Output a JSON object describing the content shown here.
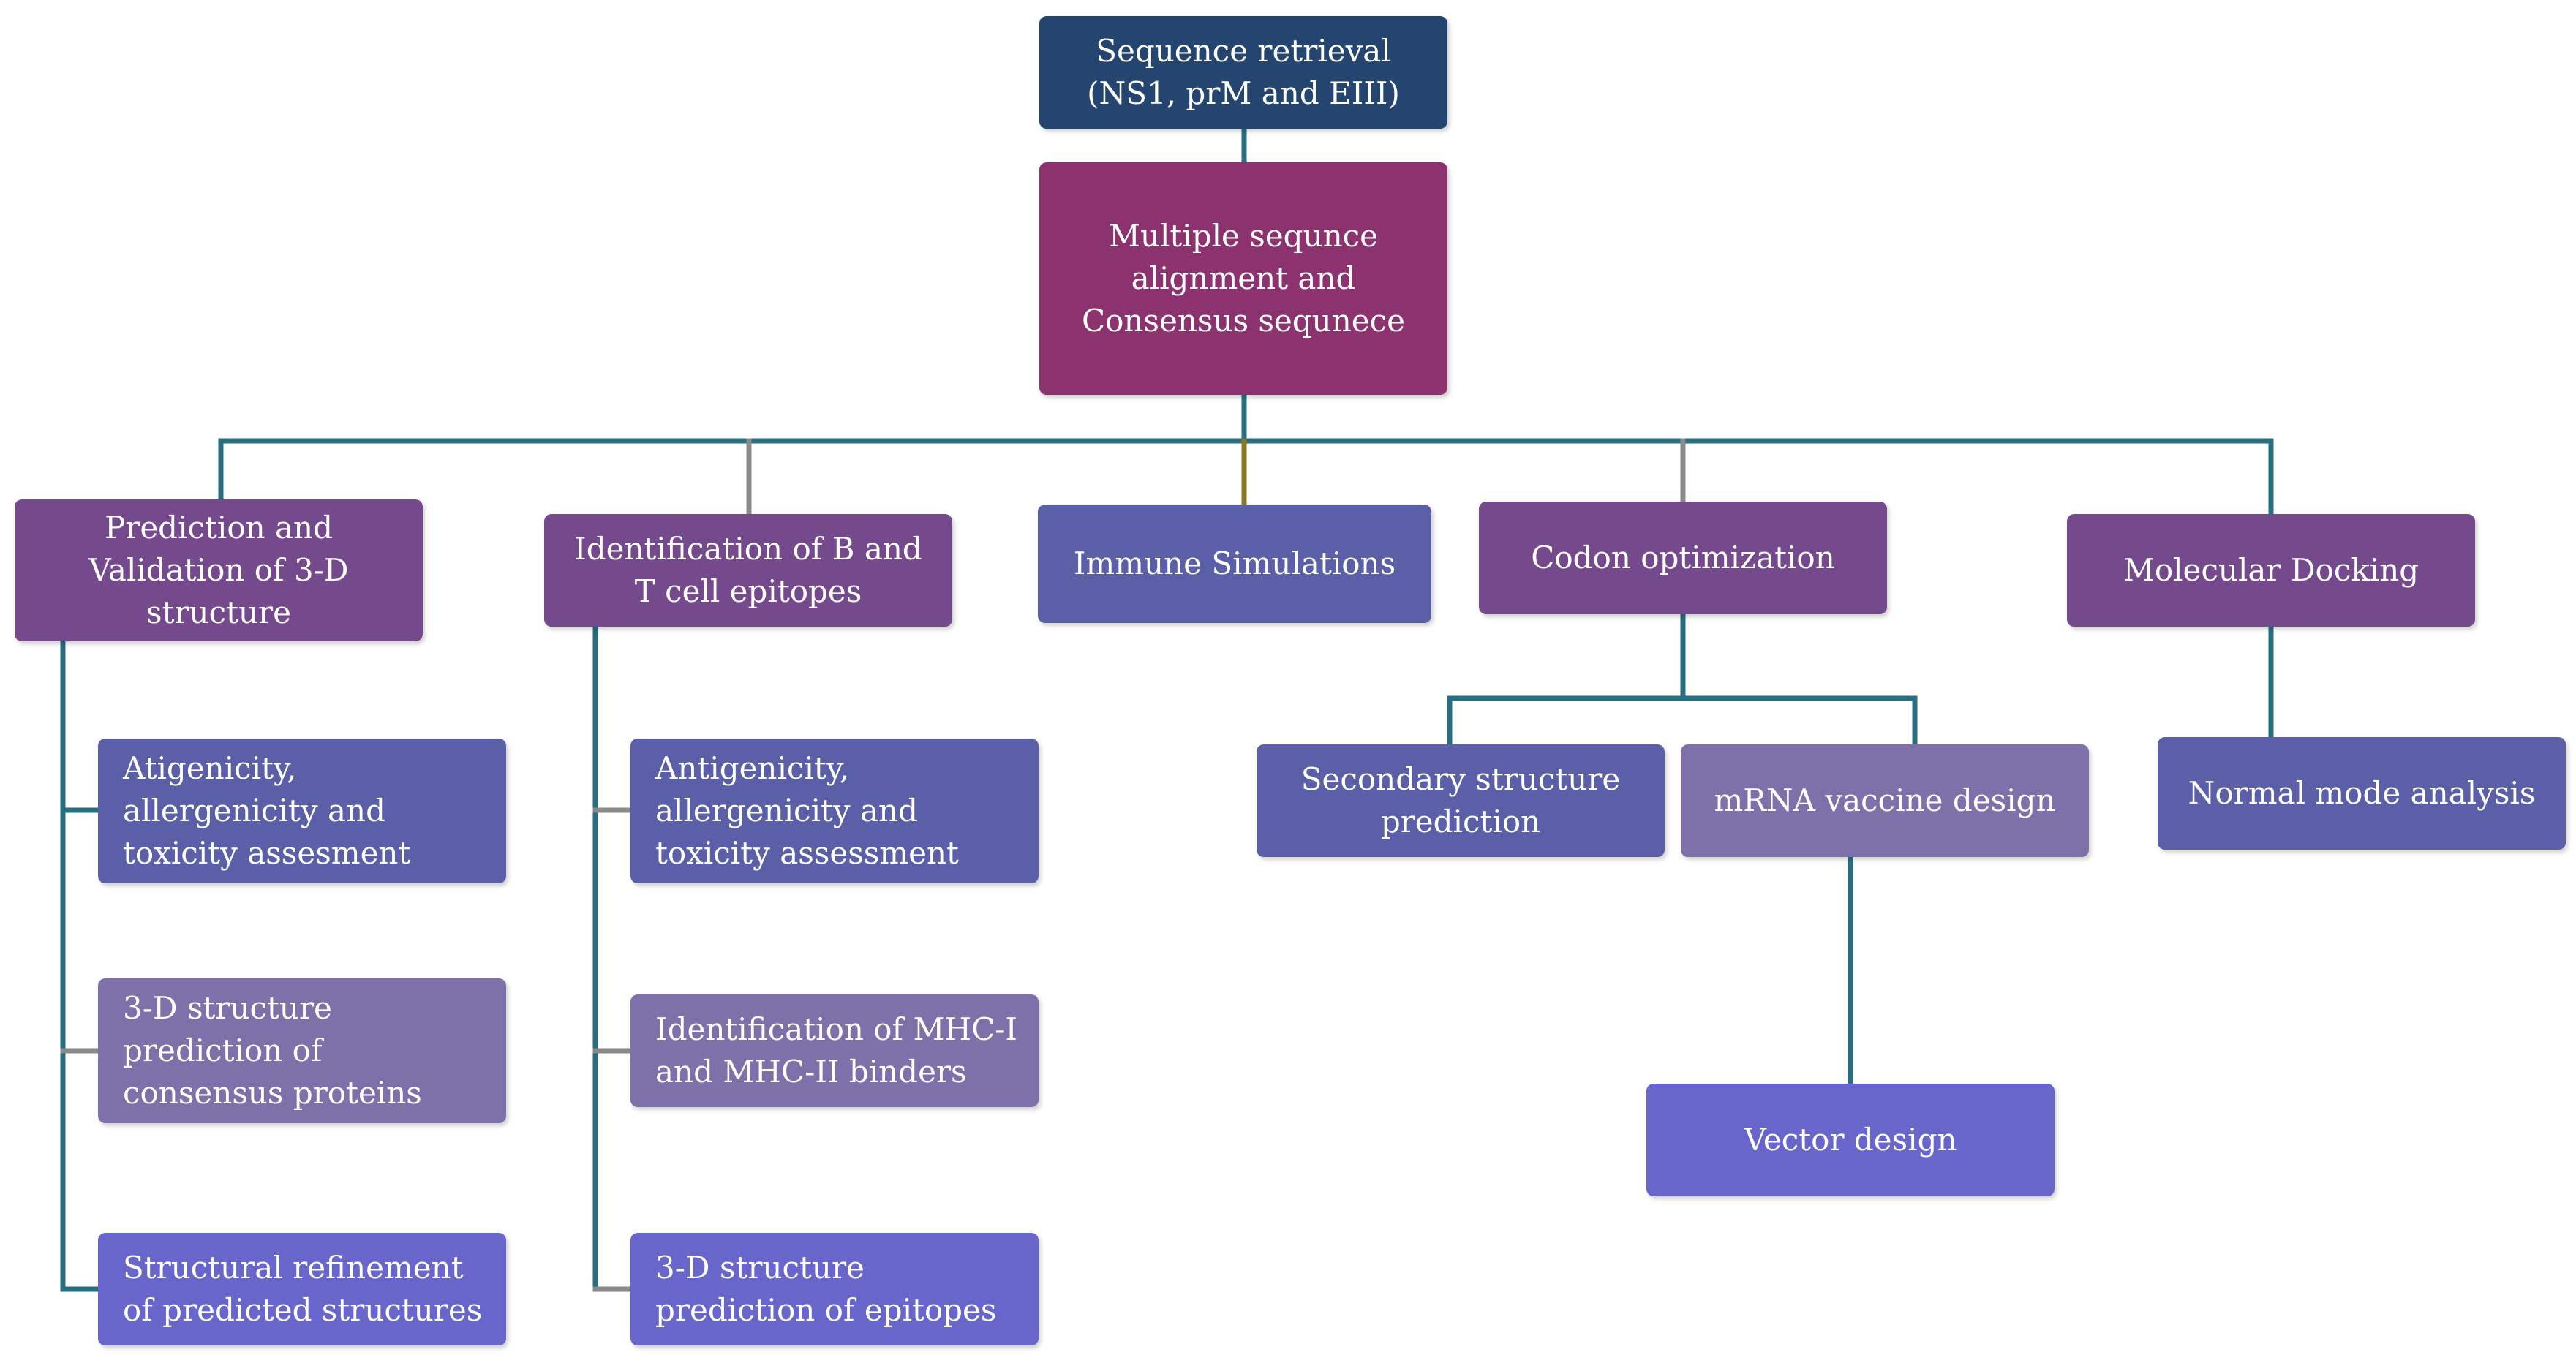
{
  "colors": {
    "navy": "#24456f",
    "magenta": "#8c326e",
    "purple": "#744a8d",
    "indigo": "#5a5fa7",
    "mauve": "#7e70a8",
    "blue_violet": "#6866cb",
    "connector_teal": "#256f81",
    "connector_gray": "#8a8a8a",
    "connector_olive": "#8a7520"
  },
  "nodes": {
    "sequence_retrieval": "Sequence retrieval (NS1, prM and EIII)",
    "msa": "Multiple sequnce alignment and Consensus sequnece",
    "prediction_validation": "Prediction and Validation of 3-D structure",
    "identification_bt": "Identification of B and T cell epitopes",
    "immune_simulations": "Immune Simulations",
    "codon_optimization": "Codon optimization",
    "molecular_docking": "Molecular Docking",
    "atigenicity": "Atigenicity, allergenicity and toxicity assesment",
    "structure_prediction_consensus": "3-D structure prediction of consensus proteins",
    "structural_refinement": "Structural refinement of predicted structures",
    "antigenicity": "Antigenicity, allergenicity and toxicity assessment",
    "mhc_binders": "Identification of MHC-I and MHC-II binders",
    "structure_prediction_epitopes": "3-D structure prediction of epitopes",
    "secondary_structure": "Secondary structure prediction",
    "mrna_vaccine": "mRNA vaccine design",
    "normal_mode": "Normal mode analysis",
    "vector_design": "Vector design"
  }
}
